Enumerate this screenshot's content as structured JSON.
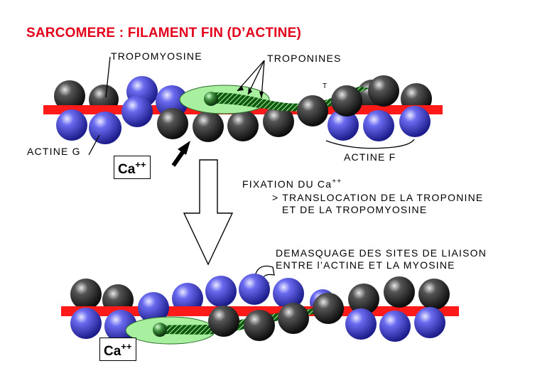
{
  "title": "SARCOMERE : FILAMENT FIN (D’ACTINE)",
  "labels": {
    "tropomyosine": "TROPOMYOSINE",
    "troponines": "TROPONINES",
    "actine_g": "ACTINE G",
    "actine_f": "ACTINE F",
    "t_mark": "T",
    "calcium_base": "Ca",
    "calcium_charge": "++"
  },
  "step": {
    "fixation_prefix": "FIXATION DU Ca",
    "fixation_charge": "++",
    "arrow_glyph": ">",
    "line1": "TRANSLOCATION DE LA TROPONINE",
    "line2": "ET DE LA TROPOMYOSINE"
  },
  "demasquage": {
    "line1": "DEMASQUAGE DES SITES DE LIAISON",
    "line2": "ENTRE  l’ACTINE  ET  LA  MYOSINE"
  },
  "colors": {
    "title": "#e3001b",
    "actin_blue": "#3a3ad0",
    "actin_dark": "#333333",
    "filament_red": "#ff1a1a",
    "troponin_green": "#a8f0a0"
  }
}
